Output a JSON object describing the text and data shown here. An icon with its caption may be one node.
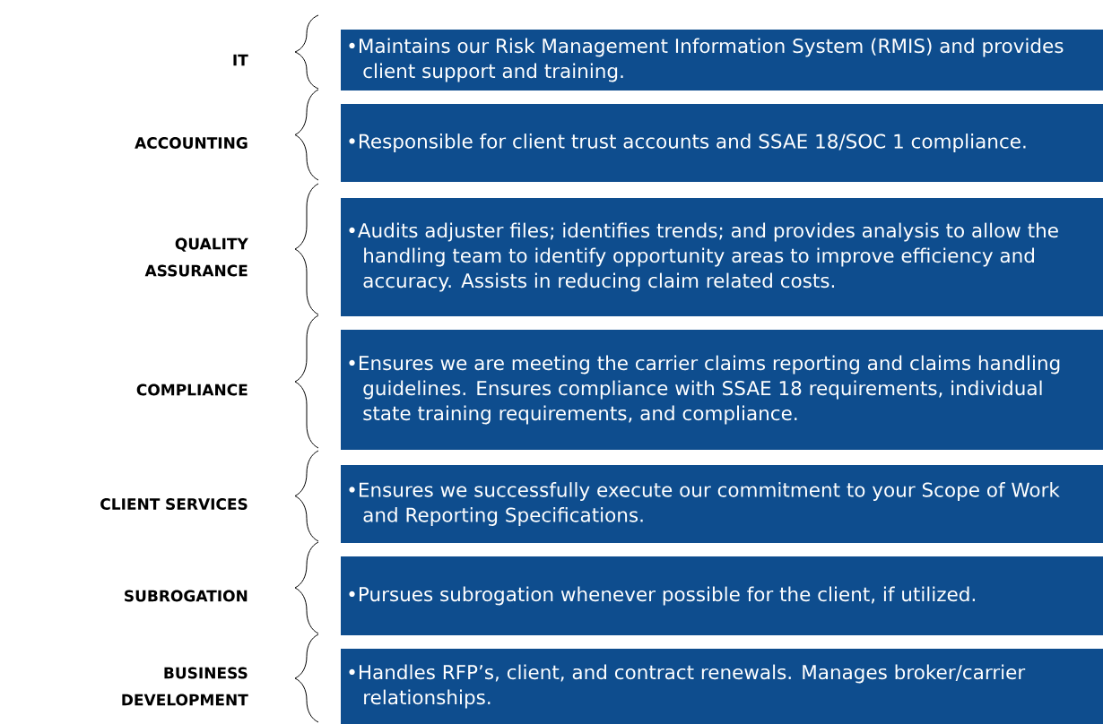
{
  "diagram": {
    "nodes": [
      {
        "text": [
          "•Maintains our Risk Management Information System (RMIS) and provides client support and training."
        ]
      },
      {
        "text": [
          "•Responsible for client trust accounts and SSAE 18/SOC 1 compliance."
        ]
      },
      {
        "text": [
          "•Audits adjuster files; identifies trends; and provides analysis to allow the handling team to identify opportunity areas to improve efficiency and accuracy. Assists in reducing claim related costs."
        ]
      },
      {
        "text": [
          "•Ensures we are meeting the carrier claims reporting and claims handling guidelines. Ensures compliance with SSAE 18 requirements, individual state training requirements, and compliance."
        ]
      },
      {
        "text": [
          "•Ensures we successfully execute our commitment to your Scope of Work and Reporting Specifications."
        ]
      },
      {
        "text": [
          "•Pursues subrogation whenever possible for the client, if utilized."
        ]
      },
      {
        "text": [
          "•Handles RFP’s, client, and contract renewals. Manages broker/carrier relationships."
        ]
      }
    ],
    "labels": [
      "IT",
      "ACCOUNTING",
      "QUALITY ASSURANCE",
      "COMPLIANCE",
      "CLIENT SERVICES",
      "SUBROGATION",
      "BUSINESS DEVELOPMENT"
    ]
  }
}
